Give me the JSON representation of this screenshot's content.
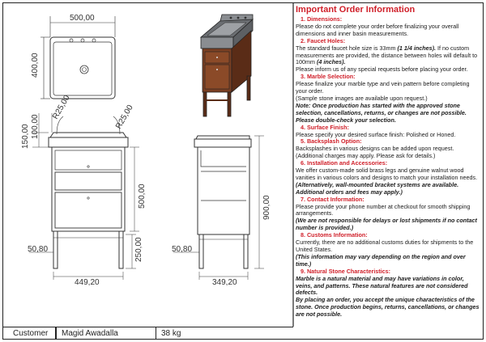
{
  "dimensions": {
    "top_width": "500,00",
    "top_depth": "400,00",
    "radius_left": "R25,00",
    "radius_right": "R25,00",
    "backsplash_height": "100,00",
    "top_height": "150,00",
    "front_height": "500,00",
    "leg_width": "50,80",
    "leg_height": "250,00",
    "front_width": "449,20",
    "side_width": "349,20",
    "side_height": "900,00",
    "side_leg_width": "50,80"
  },
  "title_block": {
    "customer_label": "Customer",
    "customer_name": "Magid Awadalla",
    "weight": "38 kg"
  },
  "info": {
    "title": "Important Order Information",
    "s1_title": "1. Dimensions:",
    "s1_text": "Please do not complete your order before finalizing your overall dimensions and inner basin measurements.",
    "s2_title": "2. Faucet Holes:",
    "s2_text_a": "The standard faucet hole size is 33mm ",
    "s2_text_b": "(1 1/4 inches).",
    "s2_text_c": "If no custom measurements are provided, the distance between holes will default to 100mm ",
    "s2_text_d": "(4 inches).",
    "s2_text_e": "Please inform us of any special requests before placing your order.",
    "s3_title": "3. Marble Selection:",
    "s3_text": "Please finalize your marble type and vein pattern before completing your order.",
    "s3_note": "(Sample stone images are available upon request.)",
    "s3_bold": "Note: Once production has started with the approved stone selection, cancellations, returns, or changes are not possible.",
    "s3_bold2": "Please double-check your selection.",
    "s4_title": "4. Surface Finish:",
    "s4_text": "Please specify your desired surface finish: Polished or Honed.",
    "s5_title": "5. Backsplash Option:",
    "s5_text": "Backsplashes in various designs can be added upon request. (Additional charges may apply. Please ask for details.)",
    "s6_title": "6. Installation and Accessories:",
    "s6_text": "We offer custom-made solid brass legs and genuine walnut wood vanities in various colors and designs to match your installation needs.",
    "s6_bold": "(Alternatively, wall-mounted bracket systems are available. Additional orders and fees may apply.)",
    "s7_title": "7. Contact Information:",
    "s7_text": "Please provide your phone number at checkout for smooth shipping arrangements.",
    "s7_bold": "(We are not responsible for delays or lost shipments if no contact number is provided.)",
    "s8_title": "8. Customs Information:",
    "s8_text": "Currently, there are no additional customs duties for shipments to the United States.",
    "s8_bold": "(This information may vary depending on the region and over time.)",
    "s9_title": "9. Natural Stone Characteristics:",
    "s9_bold": "Marble is a natural material and may have variations in color, veins, and patterns. These natural features are not considered defects.",
    "s9_bold2": "By placing an order, you accept the unique characteristics of the stone. Once production begins, returns, cancellations, or changes are not possible."
  }
}
